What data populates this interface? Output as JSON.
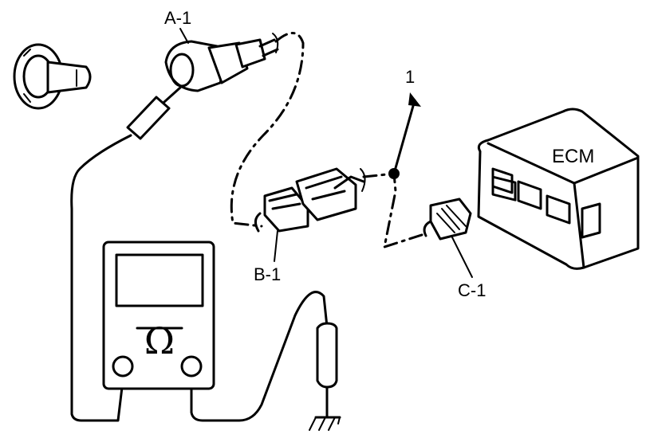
{
  "labels": {
    "connector_a": "A-1",
    "connector_b": "B-1",
    "connector_c": "C-1",
    "ecm": "ECM",
    "callout": "1",
    "meter_symbol": "Ω"
  }
}
